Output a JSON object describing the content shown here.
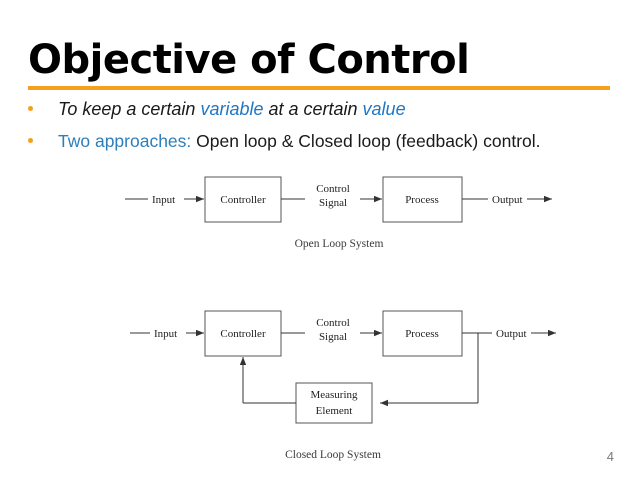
{
  "slide": {
    "title": "Objective of Control",
    "page_number": "4",
    "accent_color": "#F5A01E",
    "link_color": "#1F77C4",
    "background": "#FFFFFF"
  },
  "bullets": [
    {
      "marker": "bullet-dot",
      "segments": [
        {
          "text": "To keep a certain ",
          "style": "italic-dark"
        },
        {
          "text": "variable",
          "style": "italic-blue"
        },
        {
          "text": " at a certain ",
          "style": "italic-dark"
        },
        {
          "text": "value",
          "style": "italic-blue"
        }
      ],
      "plain": "To keep a certain variable at a certain value"
    },
    {
      "marker": "bullet-dot",
      "segments": [
        {
          "text": "Two approaches:",
          "style": "blue"
        },
        {
          "text": " Open loop & Closed loop (feedback) control.",
          "style": "dark"
        }
      ],
      "plain": "Two approaches: Open loop & Closed loop (feedback) control."
    }
  ],
  "diagrams": [
    {
      "id": "open-loop",
      "caption": "Open Loop System",
      "labels": {
        "input": "Input",
        "controller": "Controller",
        "control_signal_line1": "Control",
        "control_signal_line2": "Signal",
        "process": "Process",
        "output": "Output"
      }
    },
    {
      "id": "closed-loop",
      "caption": "Closed Loop System",
      "labels": {
        "input": "Input",
        "controller": "Controller",
        "control_signal_line1": "Control",
        "control_signal_line2": "Signal",
        "process": "Process",
        "output": "Output",
        "measuring_line1": "Measuring",
        "measuring_line2": "Element"
      }
    }
  ]
}
